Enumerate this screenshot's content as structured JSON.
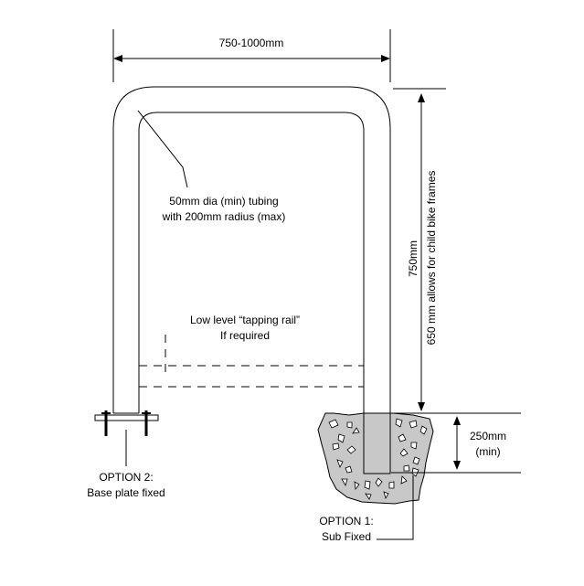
{
  "labels": {
    "width_dim": "750-1000mm",
    "tubing_line1": "50mm dia (min) tubing",
    "tubing_line2": "with 200mm radius (max)",
    "height_dim": "750mm",
    "child_note": "650  mm allows for child bike frames",
    "tapping_line1": "Low level “tapping rail”",
    "tapping_line2": "If required",
    "depth_line1": "250mm",
    "depth_line2": "(min)",
    "option2_line1": "OPTION 2:",
    "option2_line2": "Base plate fixed",
    "option1_line1": "OPTION 1:",
    "option1_line2": "Sub Fixed"
  },
  "colors": {
    "stroke": "#000000",
    "concrete": "#c8c8c8",
    "background": "#ffffff"
  }
}
